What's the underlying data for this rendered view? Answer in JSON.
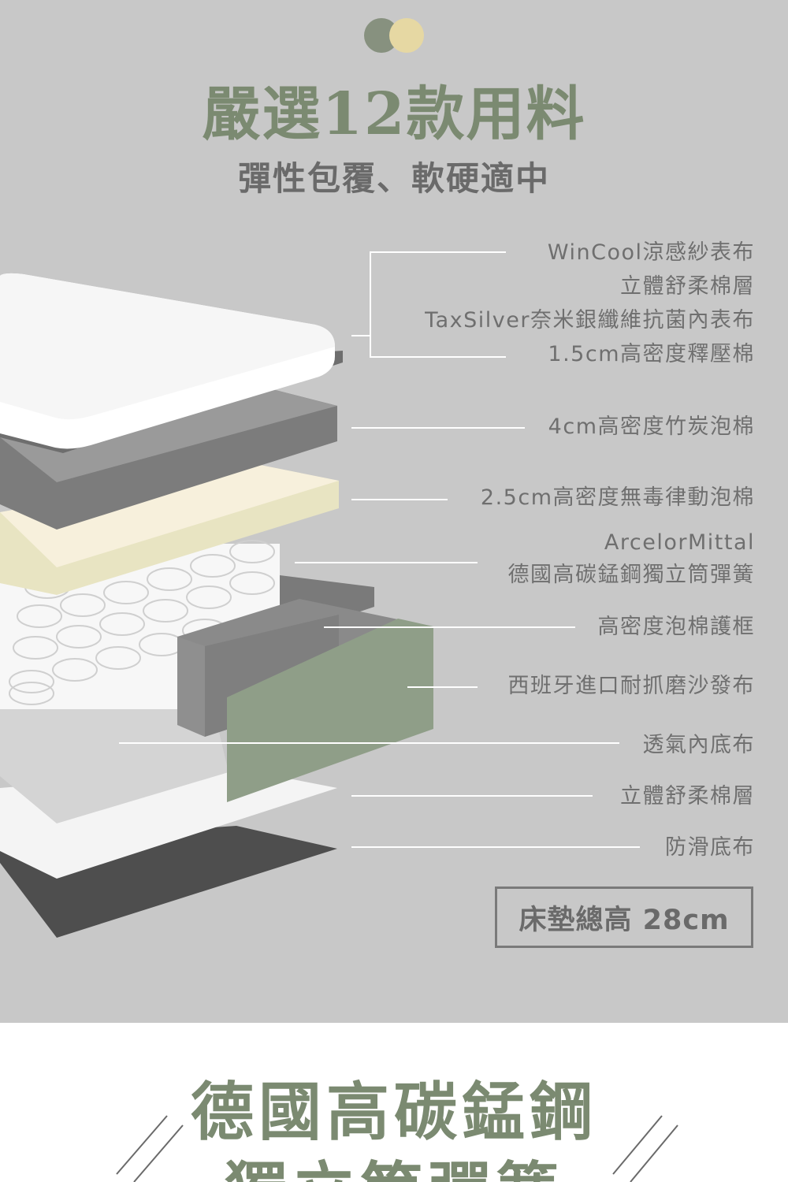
{
  "colors": {
    "background": "#c8c8c8",
    "accent_green": "#7b8a71",
    "accent_yellow": "#e6d8a3",
    "text_gray": "#6f6f6f"
  },
  "header": {
    "title": "嚴選12款用料",
    "subtitle": "彈性包覆、軟硬適中"
  },
  "layers": [
    "WinCool涼感紗表布",
    "立體舒柔棉層",
    "TaxSilver奈米銀纖維抗菌內表布",
    "1.5cm高密度釋壓棉",
    "4cm高密度竹炭泡棉",
    "2.5cm高密度無毒律動泡棉",
    "ArcelorMittal",
    "德國高碳錳鋼獨立筒彈簧",
    "高密度泡棉護框",
    "西班牙進口耐抓磨沙發布",
    "透氣內底布",
    "立體舒柔棉層",
    "防滑底布"
  ],
  "total_height": "床墊總高 28cm",
  "next_section": {
    "title_line1": "德國高碳錳鋼",
    "title_line2": "獨立筒彈簧"
  }
}
